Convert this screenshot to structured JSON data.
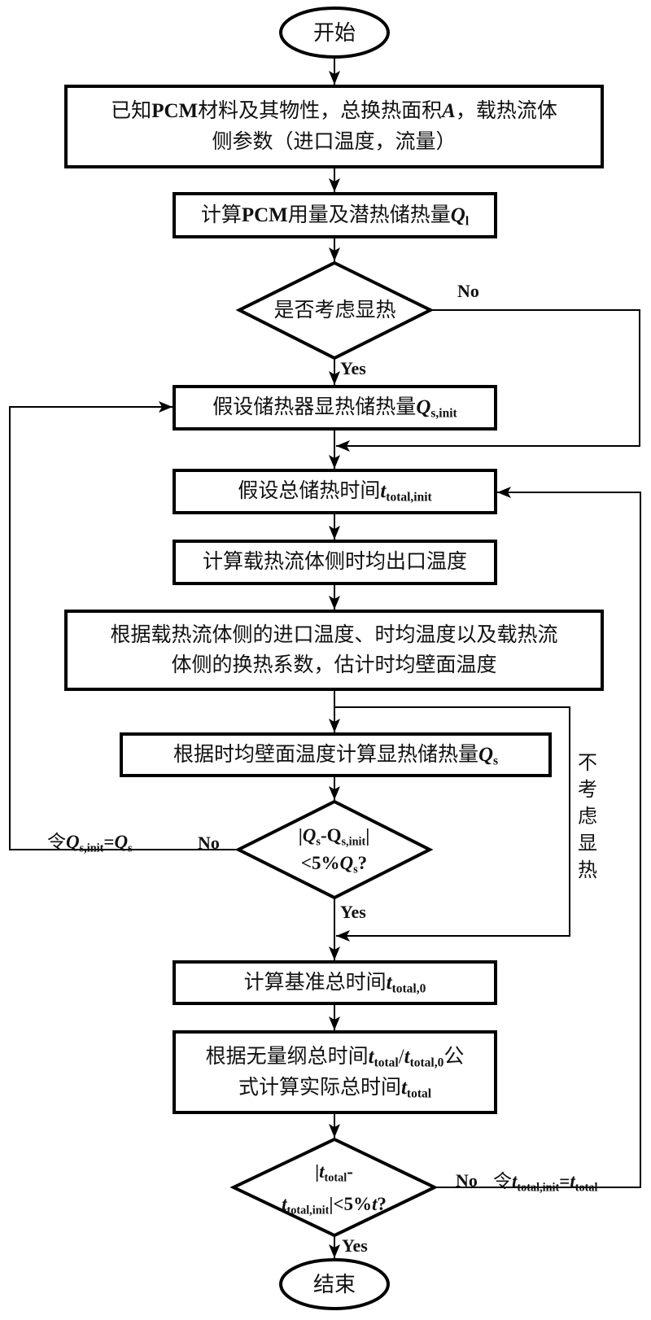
{
  "diagram": {
    "type": "flowchart",
    "nodes": {
      "start": {
        "label": "开始"
      },
      "known_params": {
        "line1_a": "已知",
        "line1_pcm": "PCM",
        "line1_b": "材料及其物性，总换热面积",
        "line1_var": "A",
        "line1_c": "，载热流体",
        "line2": "侧参数（进口温度，流量）"
      },
      "calc_pcm": {
        "prefix": "计算",
        "pcm": "PCM",
        "mid": "用量及潜热储热量",
        "var": "Q",
        "sub": "l"
      },
      "decision_sensible": {
        "label": "是否考虑显热"
      },
      "assume_qs": {
        "prefix": "假设储热器显热储热量",
        "var": "Q",
        "sub": "s,init"
      },
      "assume_time": {
        "prefix": "假设总储热时间",
        "var": "t",
        "sub": "total,init"
      },
      "calc_outlet": {
        "label": "计算载热流体侧时均出口温度"
      },
      "estimate_wall": {
        "line1": "根据载热流体侧的进口温度、时均温度以及载热流",
        "line2": "体侧的换热系数，估计时均壁面温度"
      },
      "calc_qs": {
        "prefix": "根据时均壁面温度计算显热储热量",
        "var": "Q",
        "sub": "s"
      },
      "decision_qs": {
        "line1_a": "|",
        "line1_var": "Q",
        "line1_sub": "s",
        "line1_b": "-Q",
        "line1_sub2": "s,init",
        "line1_c": "|",
        "line2_a": "<5%",
        "line2_var": "Q",
        "line2_sub": "s",
        "line2_b": "?"
      },
      "calc_base_time": {
        "prefix": "计算基准总时间",
        "var": "t",
        "sub": "total,0"
      },
      "calc_actual_time": {
        "line1_prefix": "根据无量纲总时间",
        "line1_var1": "t",
        "line1_sub1": "total",
        "line1_slash": "/",
        "line1_var2": "t",
        "line1_sub2": "total,0",
        "line1_suffix": "公",
        "line2_prefix": "式计算实际总时间",
        "line2_var": "t",
        "line2_sub": "total"
      },
      "decision_time": {
        "line1_a": "|",
        "line1_var": "t",
        "line1_sub": "total",
        "line1_b": "-",
        "line2_var": "t",
        "line2_sub": "total,init",
        "line2_a": "|<5%",
        "line2_var2": "t",
        "line2_b": "?"
      },
      "end": {
        "label": "结束"
      }
    },
    "edge_labels": {
      "d1_no": "No",
      "d1_yes": "Yes",
      "d2_no": "No",
      "d2_yes": "Yes",
      "d2_no_action": {
        "prefix": "令",
        "var1": "Q",
        "sub1": "s,init",
        "eq": "=",
        "var2": "Q",
        "sub2": "s"
      },
      "d3_no": "No",
      "d3_yes": "Yes",
      "d3_no_action": {
        "prefix": "令",
        "var1": "t",
        "sub1": "total,init",
        "eq": "=",
        "var2": "t",
        "sub2": "total"
      },
      "bypass_vertical": [
        "不",
        "考",
        "虑",
        "显",
        "热"
      ]
    },
    "colors": {
      "stroke": "#000000",
      "fill": "#ffffff",
      "text": "#111111"
    }
  }
}
